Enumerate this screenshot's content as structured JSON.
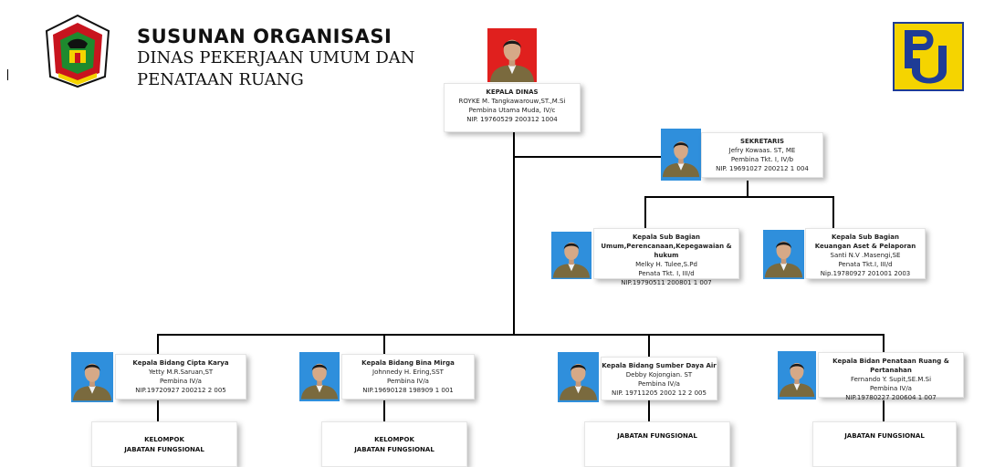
{
  "header": {
    "title_line1": "SUSUNAN ORGANISASI",
    "title_line2": "DINAS PEKERJAAN UMUM DAN",
    "title_line3": "PENATAAN RUANG"
  },
  "kepala_dinas": {
    "role": "KEPALA DINAS",
    "name": "ROYKE M. Tangkawarouw,ST.,M.Si",
    "rank": "Pembina Utama Muda, IV/c",
    "nip": "NIP. 19760529 200312 1004"
  },
  "sekretaris": {
    "role": "SEKRETARIS",
    "name": "Jefry Kowaas. ST, ME",
    "rank": "Pembina Tkt. I, IV/b",
    "nip": "NIP. 19691027 200212 1 004"
  },
  "subbag_umum": {
    "role": "Kepala Sub Bagian",
    "unit": "Umum,Perencanaan,Kepegawaian & hukum",
    "name": "Melky H. Tulee,S.Pd",
    "rank": "Penata Tkt. I, III/d",
    "nip": "NIP.19790511 200801 1 007"
  },
  "subbag_keuangan": {
    "role": "Kepala Sub Bagian",
    "unit": "Keuangan Aset & Pelaporan",
    "name": "Santi N.V .Masengi,SE",
    "rank": "Penata Tkt.I, III/d",
    "nip": "Nip.19780927 201001 2003"
  },
  "bidang": [
    {
      "role": "Kepala Bidang Cipta Karya",
      "name": "Yetty M.R.Saruan,ST",
      "rank": "Pembina IV/a",
      "nip": "NIP.19720927 200212 2 005"
    },
    {
      "role": "Kepala Bidang Bina Mirga",
      "name": "Johnnedy H. Ering,SST",
      "rank": "Pembina IV/a",
      "nip": "NIP.19690128 198909 1 001"
    },
    {
      "role": "Kepala Bidang Sumber Daya Air",
      "name": "Debby Kojongian. ST",
      "rank": "Pembina IV/a",
      "nip": "NIP. 19711205 2002 12 2 005"
    },
    {
      "role": "Kepala Bidan Penataan Ruang & Pertanahan",
      "name": "Fernando Y. Supit,SE.M.Si",
      "rank": "Pembina IV/a",
      "nip": "NIP.19780227 200604 1 007"
    }
  ],
  "fungsional": [
    {
      "line1": "KELOMPOK",
      "line2": "JABATAN FUNGSIONAL"
    },
    {
      "line1": "KELOMPOK",
      "line2": "JABATAN FUNGSIONAL"
    },
    {
      "line1": "JABATAN FUNGSIONAL",
      "line2": ""
    },
    {
      "line1": "JABATAN FUNGSIONAL",
      "line2": ""
    }
  ],
  "colors": {
    "photo_blue": "#2f8fdc",
    "photo_red": "#e0201e",
    "pu_logo_yellow": "#f5d400",
    "pu_logo_blue": "#1e3c96",
    "regency_logo_red": "#c8141e",
    "regency_logo_green": "#1e8a2e"
  },
  "icons": {
    "left_logo": "regency-emblem-icon",
    "right_logo": "pu-ministry-logo-icon",
    "photos": "person-photo-icon"
  }
}
